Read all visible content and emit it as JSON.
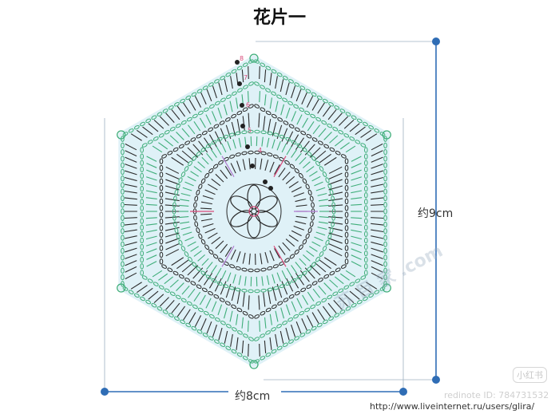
{
  "title": "花片一",
  "dimensions": {
    "height_label": "约9cm",
    "width_label": "约8cm"
  },
  "round_numbers": [
    "4",
    "5",
    "6",
    "7",
    "8"
  ],
  "colors": {
    "background_fill": "#dff1f7",
    "rounds_black": "#2b2b2b",
    "rounds_green": "#3fae7a",
    "accent_pink": "#d94a7a",
    "accent_purple": "#b07ad0",
    "dimension_line": "#2f6db5"
  },
  "watermarks": {
    "site": "苏 目 家 .com",
    "stamp": "小红书",
    "user_id": "redinote ID: 784731532",
    "url": "http://www.liveinternet.ru/users/glira/"
  }
}
